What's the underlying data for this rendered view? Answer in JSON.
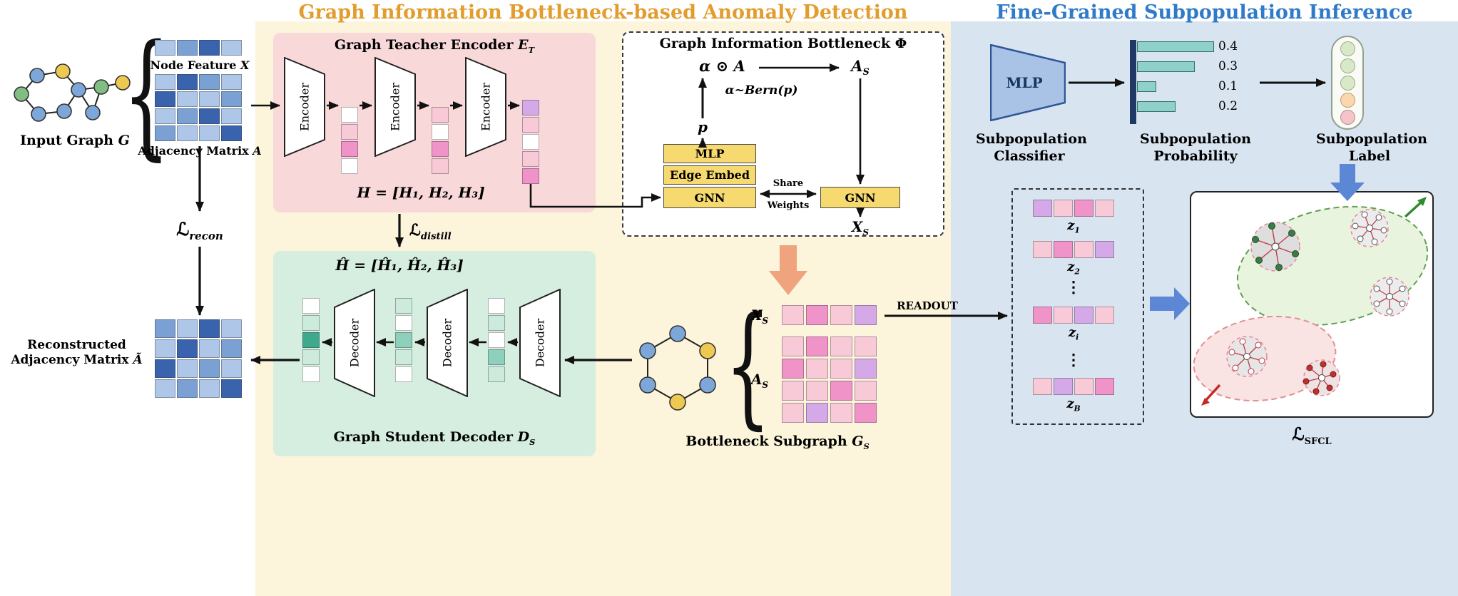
{
  "palette": {
    "cell": {
      "w": "#FFFFFF",
      "b1": "#AEC6E8",
      "b2": "#7BA0D4",
      "b3": "#3A63AE",
      "p1": "#F8CAD8",
      "p2": "#EF93C8",
      "p3": "#D5A8E8",
      "g1": "#CDEBDC",
      "g2": "#8FD0BC",
      "g3": "#3FA98E"
    },
    "accent": {
      "gib_title": "#E39D2D",
      "fine_title": "#2F7BC9",
      "panel_yellow": "#FCF4DB",
      "panel_blue": "#D9E4F1",
      "teacher_box": "#F9D8DA",
      "student_box": "#D6EEDF",
      "gold_box": "#F6D96F",
      "orange_arrow": "#F0A47E",
      "blue_arrow": "#5B87D5",
      "bar_fill": "#8FD0CA",
      "bar_axis": "#203864",
      "mlp_fill": "#A9C3E6"
    }
  },
  "headers": {
    "gib_title": "Graph Information Bottleneck-based Anomaly Detection",
    "fine_title": "Fine-Grained Subpopulation Inference"
  },
  "left": {
    "brace": "{",
    "input_graph_pre": "Input Graph ",
    "input_graph_var": "G",
    "node_feature_pre": "Node Feature ",
    "node_feature_var": "X",
    "adjacency_pre": "Adjacency Matrix ",
    "adjacency_var": "A",
    "node_feature_row": [
      "b1",
      "b2",
      "b3",
      "b1"
    ],
    "adjacency_matrix": [
      [
        "b1",
        "b3",
        "b2",
        "b1"
      ],
      [
        "b3",
        "b1",
        "b1",
        "b2"
      ],
      [
        "b1",
        "b2",
        "b3",
        "b1"
      ],
      [
        "b2",
        "b1",
        "b1",
        "b3"
      ]
    ],
    "recon_matrix": [
      [
        "b2",
        "b1",
        "b3",
        "b1"
      ],
      [
        "b1",
        "b3",
        "b1",
        "b2"
      ],
      [
        "b3",
        "b1",
        "b2",
        "b1"
      ],
      [
        "b1",
        "b2",
        "b1",
        "b3"
      ]
    ],
    "loss_recon": {
      "base": "ℒ",
      "sub": "recon"
    },
    "recon_line1": "Reconstructed",
    "recon_line2_pre": "Adjacency Matrix ",
    "recon_line2_var": "Ã"
  },
  "teacher": {
    "title_pre": "Graph Teacher Encoder ",
    "title_var": "E",
    "title_sub": "T",
    "encoder_label": "Encoder",
    "h_eq": "H = [H₁, H₂, H₃]",
    "stack1": [
      [
        "w"
      ],
      [
        "p1"
      ],
      [
        "p2"
      ],
      [
        "w"
      ]
    ],
    "stack2": [
      [
        "p1"
      ],
      [
        "w"
      ],
      [
        "p2"
      ],
      [
        "p1"
      ]
    ],
    "stack3": [
      [
        "p3"
      ],
      [
        "p1"
      ],
      [
        "w"
      ],
      [
        "p1"
      ],
      [
        "p2"
      ]
    ]
  },
  "distill": {
    "base": "ℒ",
    "sub": "distill"
  },
  "student": {
    "h_eq": "Ĥ = [Ĥ₁, Ĥ₂, Ĥ₃]",
    "decoder_label": "Decoder",
    "title_pre": "Graph Student Decoder ",
    "title_var": "D",
    "title_sub": "S",
    "stack1": [
      [
        "w"
      ],
      [
        "g1"
      ],
      [
        "g3"
      ],
      [
        "g1"
      ],
      [
        "w"
      ]
    ],
    "stack2": [
      [
        "g1"
      ],
      [
        "w"
      ],
      [
        "g2"
      ],
      [
        "g1"
      ],
      [
        "w"
      ]
    ],
    "stack3": [
      [
        "w"
      ],
      [
        "g1"
      ],
      [
        "w"
      ],
      [
        "g2"
      ],
      [
        "g1"
      ]
    ]
  },
  "gib": {
    "title_pre": "Graph Information Bottleneck ",
    "title_var": "Φ",
    "alpha_eq": "α ⊙ A",
    "a_s": {
      "base": "A",
      "sub": "S"
    },
    "bern": "α~Bern(p)",
    "p": "p",
    "mlp": "MLP",
    "edge_embed": "Edge Embed",
    "gnn_left": "GNN",
    "gnn_right": "GNN",
    "share1": "Share",
    "share2": "Weights",
    "x_s": {
      "base": "X",
      "sub": "S"
    }
  },
  "subgraph": {
    "brace": "{",
    "x_s": {
      "base": "X",
      "sub": "S"
    },
    "a_s": {
      "base": "A",
      "sub": "S"
    },
    "xs_row": [
      "p1",
      "p2",
      "p1",
      "p3"
    ],
    "as_matrix": [
      [
        "p1",
        "p2",
        "p1",
        "p1"
      ],
      [
        "p2",
        "p1",
        "p1",
        "p3"
      ],
      [
        "p1",
        "p1",
        "p2",
        "p1"
      ],
      [
        "p1",
        "p3",
        "p1",
        "p2"
      ]
    ],
    "label_pre": "Bottleneck Subgraph ",
    "label_var": "G",
    "label_sub": "S",
    "readout": "READOUT"
  },
  "inference": {
    "mlp": "MLP",
    "classifier_label": "Subpopulation Classifier",
    "probability_label": "Subpopulation Probability",
    "label_label": "Subpopulation Label",
    "bars": {
      "values": [
        0.4,
        0.3,
        0.1,
        0.2
      ],
      "labels": [
        "0.4",
        "0.3",
        "0.1",
        "0.2"
      ]
    },
    "circles": [
      "#D8E9C8",
      "#D8E9C8",
      "#D8E9C8",
      "#FAD7AC",
      "#F6C4C8"
    ],
    "dots": "⋮",
    "z_rows": [
      {
        "base": "z",
        "sub": "1",
        "cells": [
          "p3",
          "p1",
          "p2",
          "p1"
        ]
      },
      {
        "base": "z",
        "sub": "2",
        "cells": [
          "p1",
          "p2",
          "p1",
          "p3"
        ]
      },
      {
        "base": "z",
        "sub": "i",
        "cells": [
          "p2",
          "p1",
          "p3",
          "p1"
        ]
      },
      {
        "base": "z",
        "sub": "B",
        "cells": [
          "p1",
          "p3",
          "p1",
          "p2"
        ]
      }
    ],
    "sfcl": {
      "base": "ℒ",
      "sub": "SFCL"
    }
  }
}
